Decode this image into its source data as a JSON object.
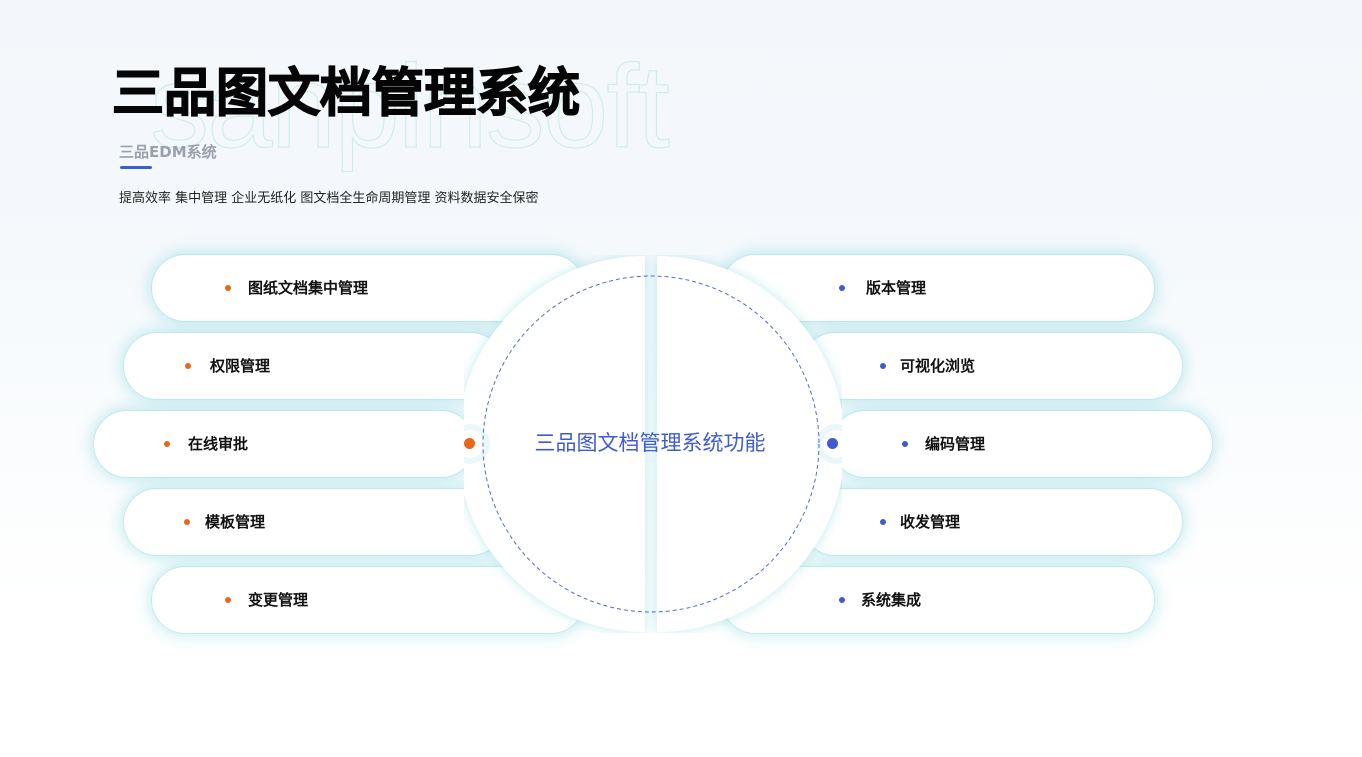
{
  "header": {
    "watermark": "sanpinsoft",
    "title": "三品图文档管理系统",
    "subtitle": "三品EDM系统",
    "tagline": "提高效率 集中管理 企业无纸化 图文档全生命周期管理 资料数据安全保密"
  },
  "center": {
    "title": "三品图文档管理系统功能"
  },
  "left_items": [
    {
      "label": "图纸文档集中管理"
    },
    {
      "label": "权限管理"
    },
    {
      "label": "在线审批"
    },
    {
      "label": "模板管理"
    },
    {
      "label": "变更管理"
    }
  ],
  "right_items": [
    {
      "label": "版本管理"
    },
    {
      "label": "可视化浏览"
    },
    {
      "label": "编码管理"
    },
    {
      "label": "收发管理"
    },
    {
      "label": "系统集成"
    }
  ],
  "colors": {
    "left_accent": "#e8671b",
    "right_accent": "#3f5bd0",
    "title_accent": "#3f5bd0"
  }
}
